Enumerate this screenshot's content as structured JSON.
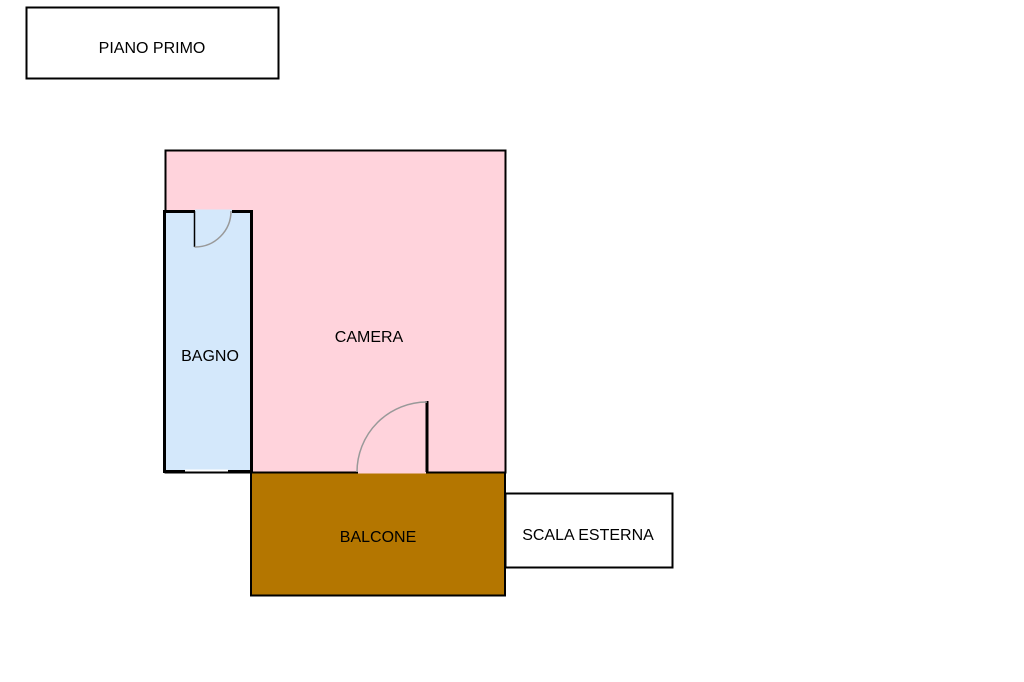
{
  "floor_label": "PIANO PRIMO",
  "rooms": {
    "camera": {
      "label": "CAMERA",
      "color": "#ffd3dc"
    },
    "bagno": {
      "label": "BAGNO",
      "color": "#d4e8fb"
    },
    "balcone": {
      "label": "BALCONE",
      "color": "#b47600"
    },
    "scala": {
      "label": "SCALA ESTERNA",
      "color": "#ffffff"
    }
  },
  "colors": {
    "wall": "#000000",
    "door_swing": "#999999"
  }
}
